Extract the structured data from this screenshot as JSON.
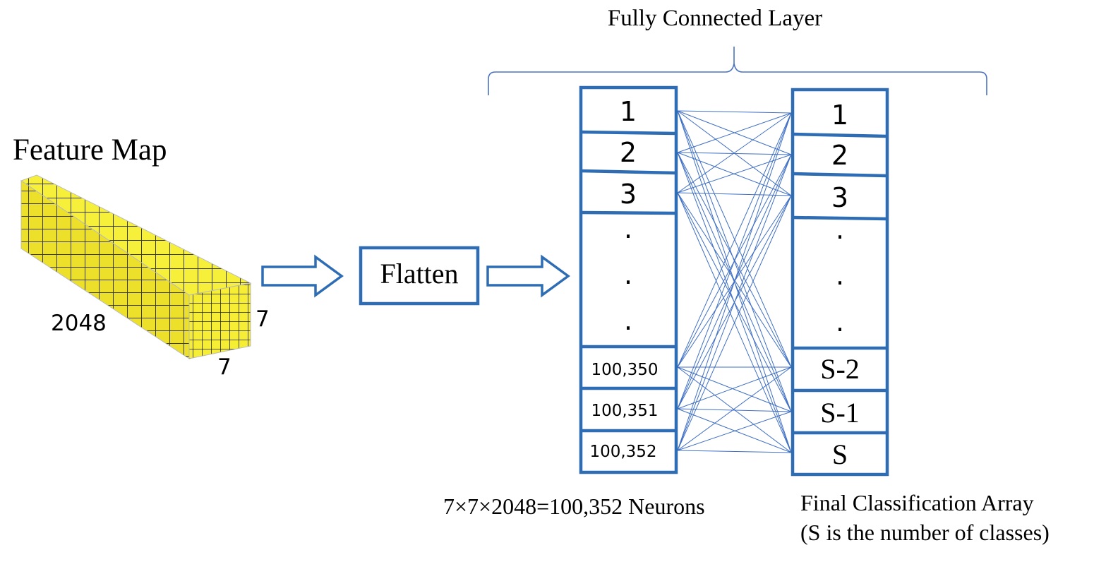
{
  "fc_label": "Fully Connected Layer",
  "feature_map": {
    "title": "Feature Map",
    "depth_label": "2048",
    "height_label": "7",
    "width_label": "7"
  },
  "flatten_label": "Flatten",
  "left_layer": {
    "cells": [
      "1",
      "2",
      "3",
      ".",
      ".",
      ".",
      "100,350",
      "100,351",
      "100,352"
    ],
    "caption": "7×7×2048=100,352 Neurons"
  },
  "right_layer": {
    "cells": [
      "1",
      "2",
      "3",
      ".",
      ".",
      ".",
      "S-2",
      "S-1",
      "S"
    ],
    "caption_line1": "Final Classification Array",
    "caption_line2": "(S is the number of classes)"
  },
  "colors": {
    "box_stroke": "#2e6db4",
    "connection": "#3f6fc4",
    "cube_yellow": "#f7f03a",
    "grid_line": "#333333"
  }
}
